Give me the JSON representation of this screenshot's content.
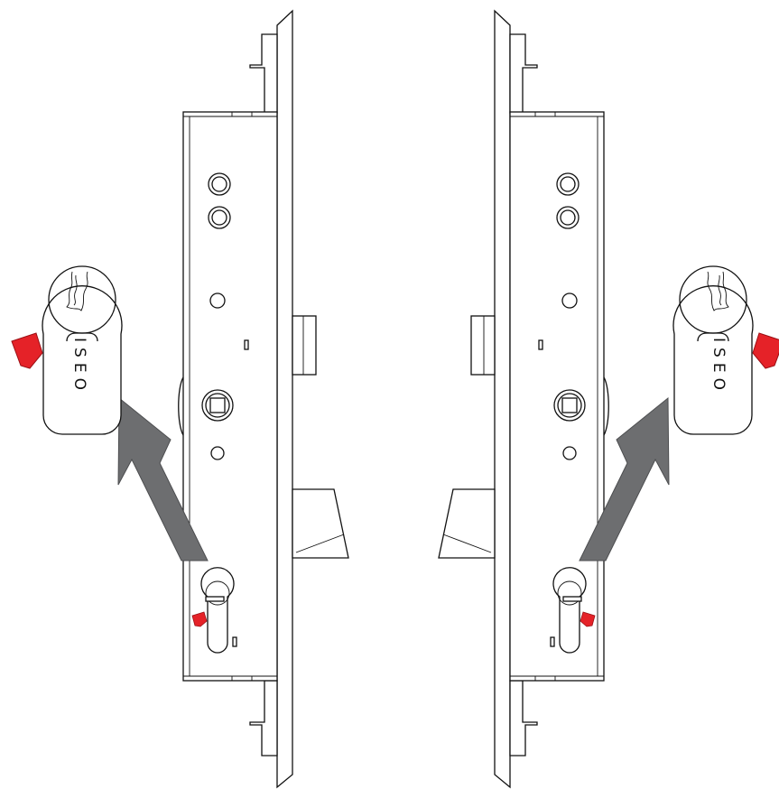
{
  "cylinder_brand": "ISEO",
  "colors": {
    "cam": "#e52228",
    "cam_edge": "#9b1015",
    "arrow": "#6d6e70",
    "outline": "#111111",
    "background": "#ffffff"
  },
  "views": [
    {
      "name": "left-hand-lock",
      "cam_side": "left",
      "arrow_icon": "arrow-up-left-icon"
    },
    {
      "name": "right-hand-lock",
      "cam_side": "right",
      "arrow_icon": "arrow-up-right-icon"
    }
  ]
}
